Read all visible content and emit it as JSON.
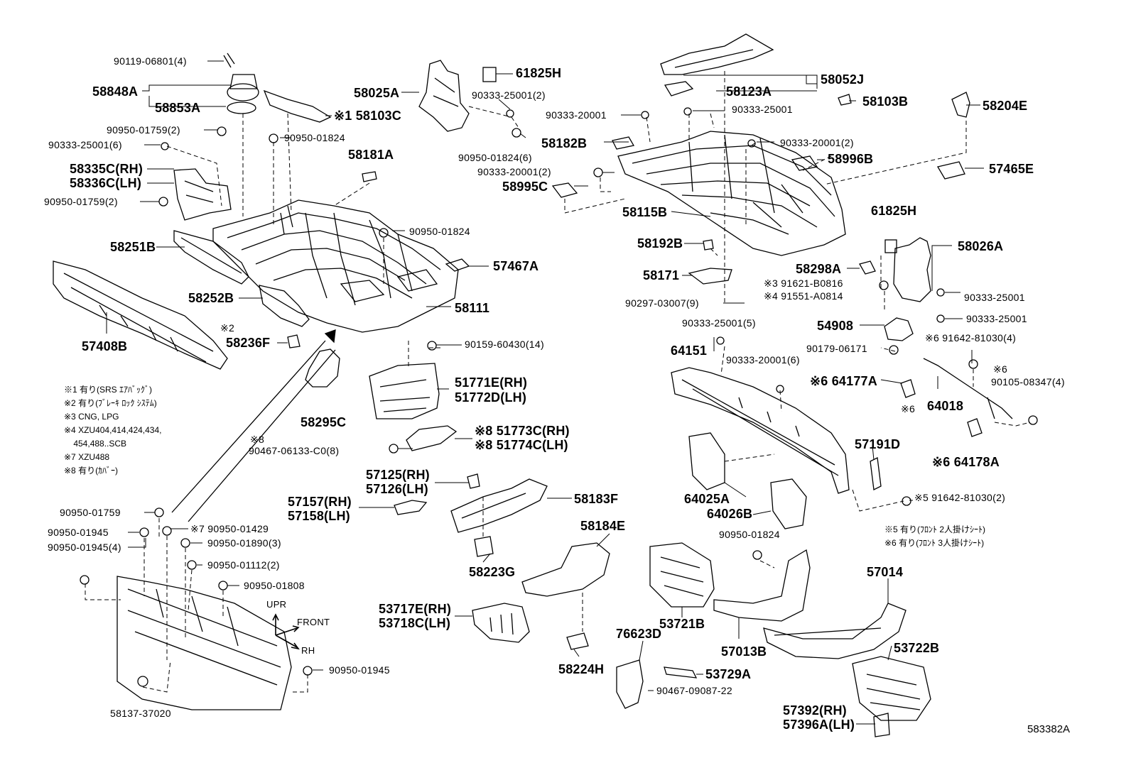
{
  "labels": [
    {
      "text": "90119-06801(4)",
      "cls": "sm"
    },
    {
      "text": "58848A",
      "cls": "big"
    },
    {
      "text": "58853A",
      "cls": "big"
    },
    {
      "text": "90950-01759(2)",
      "cls": "sm"
    },
    {
      "text": "90333-25001(6)",
      "cls": "sm"
    },
    {
      "text": "58335C(RH)",
      "cls": "big"
    },
    {
      "text": "58336C(LH)",
      "cls": "big"
    },
    {
      "text": "90950-01759(2)",
      "cls": "sm"
    },
    {
      "text": "58251B",
      "cls": "big"
    },
    {
      "text": "57408B",
      "cls": "big"
    },
    {
      "text": "58252B",
      "cls": "big"
    },
    {
      "text": "※2",
      "cls": "sm"
    },
    {
      "text": "58236F",
      "cls": "big"
    },
    {
      "text": "58025A",
      "cls": "big"
    },
    {
      "text": "※1 58103C",
      "cls": "big"
    },
    {
      "text": "90950-01824",
      "cls": "sm"
    },
    {
      "text": "58181A",
      "cls": "big"
    },
    {
      "text": "90950-01824",
      "cls": "sm"
    },
    {
      "text": "57467A",
      "cls": "big"
    },
    {
      "text": "58111",
      "cls": "big"
    },
    {
      "text": "90159-60430(14)",
      "cls": "sm"
    },
    {
      "text": "58295C",
      "cls": "big"
    },
    {
      "text": "51771E(RH)",
      "cls": "big"
    },
    {
      "text": "51772D(LH)",
      "cls": "big"
    },
    {
      "text": "※8",
      "cls": "sm"
    },
    {
      "text": "90467-06133-C0(8)",
      "cls": "sm"
    },
    {
      "text": "※8 51773C(RH)",
      "cls": "big"
    },
    {
      "text": "※8 51774C(LH)",
      "cls": "big"
    },
    {
      "text": "61825H",
      "cls": "big"
    },
    {
      "text": "90333-25001(2)",
      "cls": "sm"
    },
    {
      "text": "90950-01824(6)",
      "cls": "sm"
    },
    {
      "text": "90333-20001",
      "cls": "sm"
    },
    {
      "text": "58182B",
      "cls": "big"
    },
    {
      "text": "90333-20001(2)",
      "cls": "sm"
    },
    {
      "text": "58995C",
      "cls": "big"
    },
    {
      "text": "58052J",
      "cls": "big"
    },
    {
      "text": "58123A",
      "cls": "big"
    },
    {
      "text": "90333-25001",
      "cls": "sm"
    },
    {
      "text": "58103B",
      "cls": "big"
    },
    {
      "text": "58204E",
      "cls": "big"
    },
    {
      "text": "90333-20001(2)",
      "cls": "sm"
    },
    {
      "text": "58996B",
      "cls": "big"
    },
    {
      "text": "57465E",
      "cls": "big"
    },
    {
      "text": "58115B",
      "cls": "big"
    },
    {
      "text": "61825H",
      "cls": "big"
    },
    {
      "text": "58192B",
      "cls": "big"
    },
    {
      "text": "58026A",
      "cls": "big"
    },
    {
      "text": "58171",
      "cls": "big"
    },
    {
      "text": "58298A",
      "cls": "big"
    },
    {
      "text": "※3 91621-B0816",
      "cls": "sm"
    },
    {
      "text": "※4 91551-A0814",
      "cls": "sm"
    },
    {
      "text": "90333-25001",
      "cls": "sm"
    },
    {
      "text": "90297-03007(9)",
      "cls": "sm"
    },
    {
      "text": "90333-25001",
      "cls": "sm"
    },
    {
      "text": "90333-25001(5)",
      "cls": "sm"
    },
    {
      "text": "54908",
      "cls": "big"
    },
    {
      "text": "※6 91642-81030(4)",
      "cls": "sm"
    },
    {
      "text": "64151",
      "cls": "big"
    },
    {
      "text": "90179-06171",
      "cls": "sm"
    },
    {
      "text": "90333-20001(6)",
      "cls": "sm"
    },
    {
      "text": "※6",
      "cls": "sm"
    },
    {
      "text": "※6 64177A",
      "cls": "big"
    },
    {
      "text": "90105-08347(4)",
      "cls": "sm"
    },
    {
      "text": "※6",
      "cls": "sm"
    },
    {
      "text": "64018",
      "cls": "big"
    },
    {
      "text": "57191D",
      "cls": "big"
    },
    {
      "text": "※6 64178A",
      "cls": "big"
    },
    {
      "text": "64025A",
      "cls": "big"
    },
    {
      "text": "64026B",
      "cls": "big"
    },
    {
      "text": "※5 91642-81030(2)",
      "cls": "sm"
    },
    {
      "text": "90950-01824",
      "cls": "sm"
    },
    {
      "text": "57125(RH)",
      "cls": "big"
    },
    {
      "text": "57126(LH)",
      "cls": "big"
    },
    {
      "text": "57157(RH)",
      "cls": "big"
    },
    {
      "text": "57158(LH)",
      "cls": "big"
    },
    {
      "text": "58183F",
      "cls": "big"
    },
    {
      "text": "58184E",
      "cls": "big"
    },
    {
      "text": "58223G",
      "cls": "big"
    },
    {
      "text": "53717E(RH)",
      "cls": "big"
    },
    {
      "text": "53718C(LH)",
      "cls": "big"
    },
    {
      "text": "58224H",
      "cls": "big"
    },
    {
      "text": "76623D",
      "cls": "big"
    },
    {
      "text": "53721B",
      "cls": "big"
    },
    {
      "text": "57013B",
      "cls": "big"
    },
    {
      "text": "57014",
      "cls": "big"
    },
    {
      "text": "53722B",
      "cls": "big"
    },
    {
      "text": "53729A",
      "cls": "big"
    },
    {
      "text": "90467-09087-22",
      "cls": "sm"
    },
    {
      "text": "57392(RH)",
      "cls": "big"
    },
    {
      "text": "57396A(LH)",
      "cls": "big"
    },
    {
      "text": "90950-01759",
      "cls": "sm"
    },
    {
      "text": "90950-01945",
      "cls": "sm"
    },
    {
      "text": "90950-01945(4)",
      "cls": "sm"
    },
    {
      "text": "※7 90950-01429",
      "cls": "sm"
    },
    {
      "text": "90950-01890(3)",
      "cls": "sm"
    },
    {
      "text": "90950-01112(2)",
      "cls": "sm"
    },
    {
      "text": "90950-01808",
      "cls": "sm"
    },
    {
      "text": "90950-01945",
      "cls": "sm"
    },
    {
      "text": "58137-37020",
      "cls": "sm"
    },
    {
      "text": "UPR",
      "cls": "sm"
    },
    {
      "text": "FRONT",
      "cls": "sm"
    },
    {
      "text": "RH",
      "cls": "sm"
    }
  ],
  "notes_left": "※1 有り(SRS ｴｱﾊﾞｯｸﾞ)\n※2 有り(ﾌﾞﾚｰｷ ﾛｯｸ ｼｽﾃﾑ)\n※3 CNG, LPG\n※4 XZU404,414,424,434,\n    454,488..SCB\n※7 XZU488\n※8 有り(ｶﾊﾞｰ)",
  "notes_right": "※5 有り(ﾌﾛﾝﾄ 2人掛けｼｰﾄ)\n※6 有り(ﾌﾛﾝﾄ 3人掛けｼｰﾄ)",
  "ref_no": "583382A"
}
